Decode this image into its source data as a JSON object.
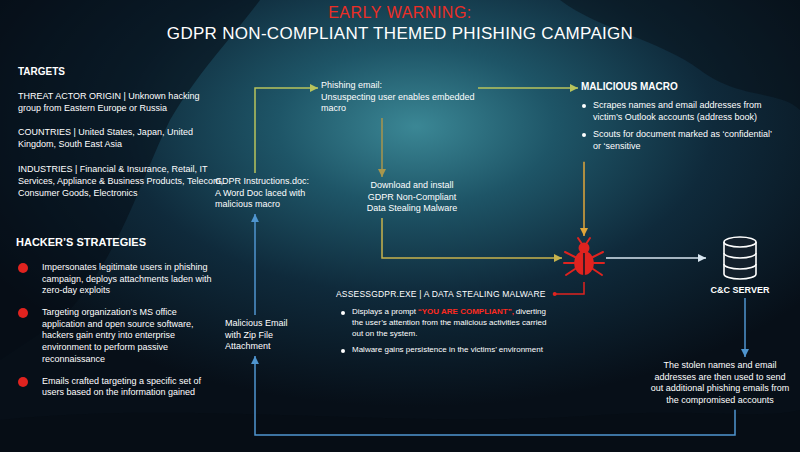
{
  "diagram": {
    "title": "GDPR NON-COMPLIANT THEMED PHISHING CAMPAIGN",
    "nodes": [
      {
        "text": [
          "Phishing email:",
          "Unsuspecting user enables embedded macro"
        ]
      },
      {
        "text": [
          "MALICIOUS MACRO",
          "Scrapes names and email addresses from victim’s Outlook accounts (address book)",
          "Scouts for document marked as ‘confidential’ or ‘sensitive"
        ]
      },
      {
        "text": [
          "GDPR Instructions.doc:",
          "A Word Doc laced with malicious macro"
        ]
      },
      {
        "text": [
          "Download and install GDPR Non-Compliant Data Stealing Malware"
        ]
      },
      {
        "text": [
          "ASSESSGDPR.EXE | A DATA STEALING MALWARE",
          "Displays a prompt",
          "“YOU ARE COMPLIANT”,",
          "diverting the user’s attention from the malicious activities carried out on the system.",
          "Malware gains persistence in the victims’ environment"
        ]
      },
      {
        "text": [
          "Malicious Email with Zip File Attachment"
        ]
      },
      {
        "text": [
          "C&C SERVER"
        ]
      },
      {
        "text": [
          "The stolen names and email addresses are then used to send out additional phishing emails from the compromised accounts"
        ]
      }
    ],
    "edges": [
      {
        "from": 2,
        "to": 0,
        "arrow": "to"
      },
      {
        "from": 0,
        "to": 1,
        "arrow": "to"
      },
      {
        "from": 0,
        "to": 3,
        "arrow": "to"
      },
      {
        "from": 3,
        "to": 4,
        "arrow": "to"
      },
      {
        "from": 1,
        "to": 4,
        "arrow": "to"
      },
      {
        "from": 4,
        "to": 6,
        "arrow": "to"
      },
      {
        "from": 6,
        "to": 7,
        "arrow": "to"
      },
      {
        "from": 7,
        "to": 5,
        "arrow": "to"
      },
      {
        "from": 5,
        "to": 2,
        "arrow": "to"
      }
    ],
    "labels": [
      "EARLY WARNING:",
      "TARGETS",
      "THREAT ACTOR ORIGIN | Unknown hacking group from Eastern Europe or Russia",
      "COUNTRIES | United States, Japan, United Kingdom, South East Asia",
      "INDUSTRIES | Financial & Insurance, Retail, IT Services, Appliance & Business Products, Telecom, Consumer Goods, Electronics",
      "HACKER’S STRATEGIES",
      "Impersonates legitimate users in phishing campaign, deploys attachments laden with zero-day exploits",
      "Targeting organization’s MS office application and open source software, hackers gain entry into enterprise environment to perform passive reconnaissance",
      "Emails crafted targeting a specific set of users based on the information gained"
    ]
  }
}
